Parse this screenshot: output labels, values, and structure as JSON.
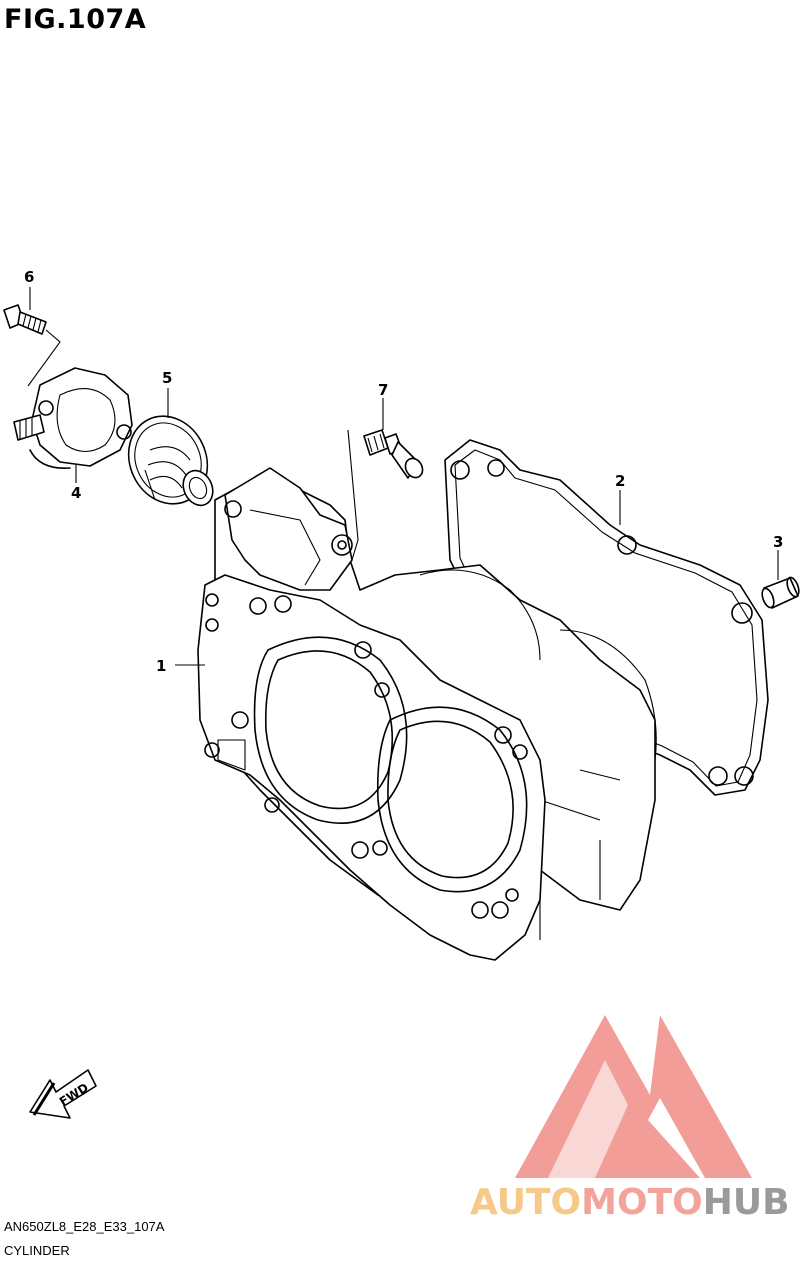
{
  "figure": {
    "title": "FIG.107A",
    "model_code": "AN650ZL8_E28_E33_107A",
    "section_name": "CYLINDER",
    "fwd_label": "FWD"
  },
  "callouts": [
    "1",
    "2",
    "3",
    "4",
    "5",
    "6",
    "7"
  ],
  "watermark": {
    "word_parts": [
      "AUTO",
      "MOTO",
      "HUB"
    ],
    "colors": {
      "auto": "#f6c98a",
      "moto": "#f2a39a",
      "hub": "#9a9a9a",
      "logo": "#f08c85"
    }
  },
  "colors": {
    "ink": "#000000",
    "background": "#ffffff"
  }
}
